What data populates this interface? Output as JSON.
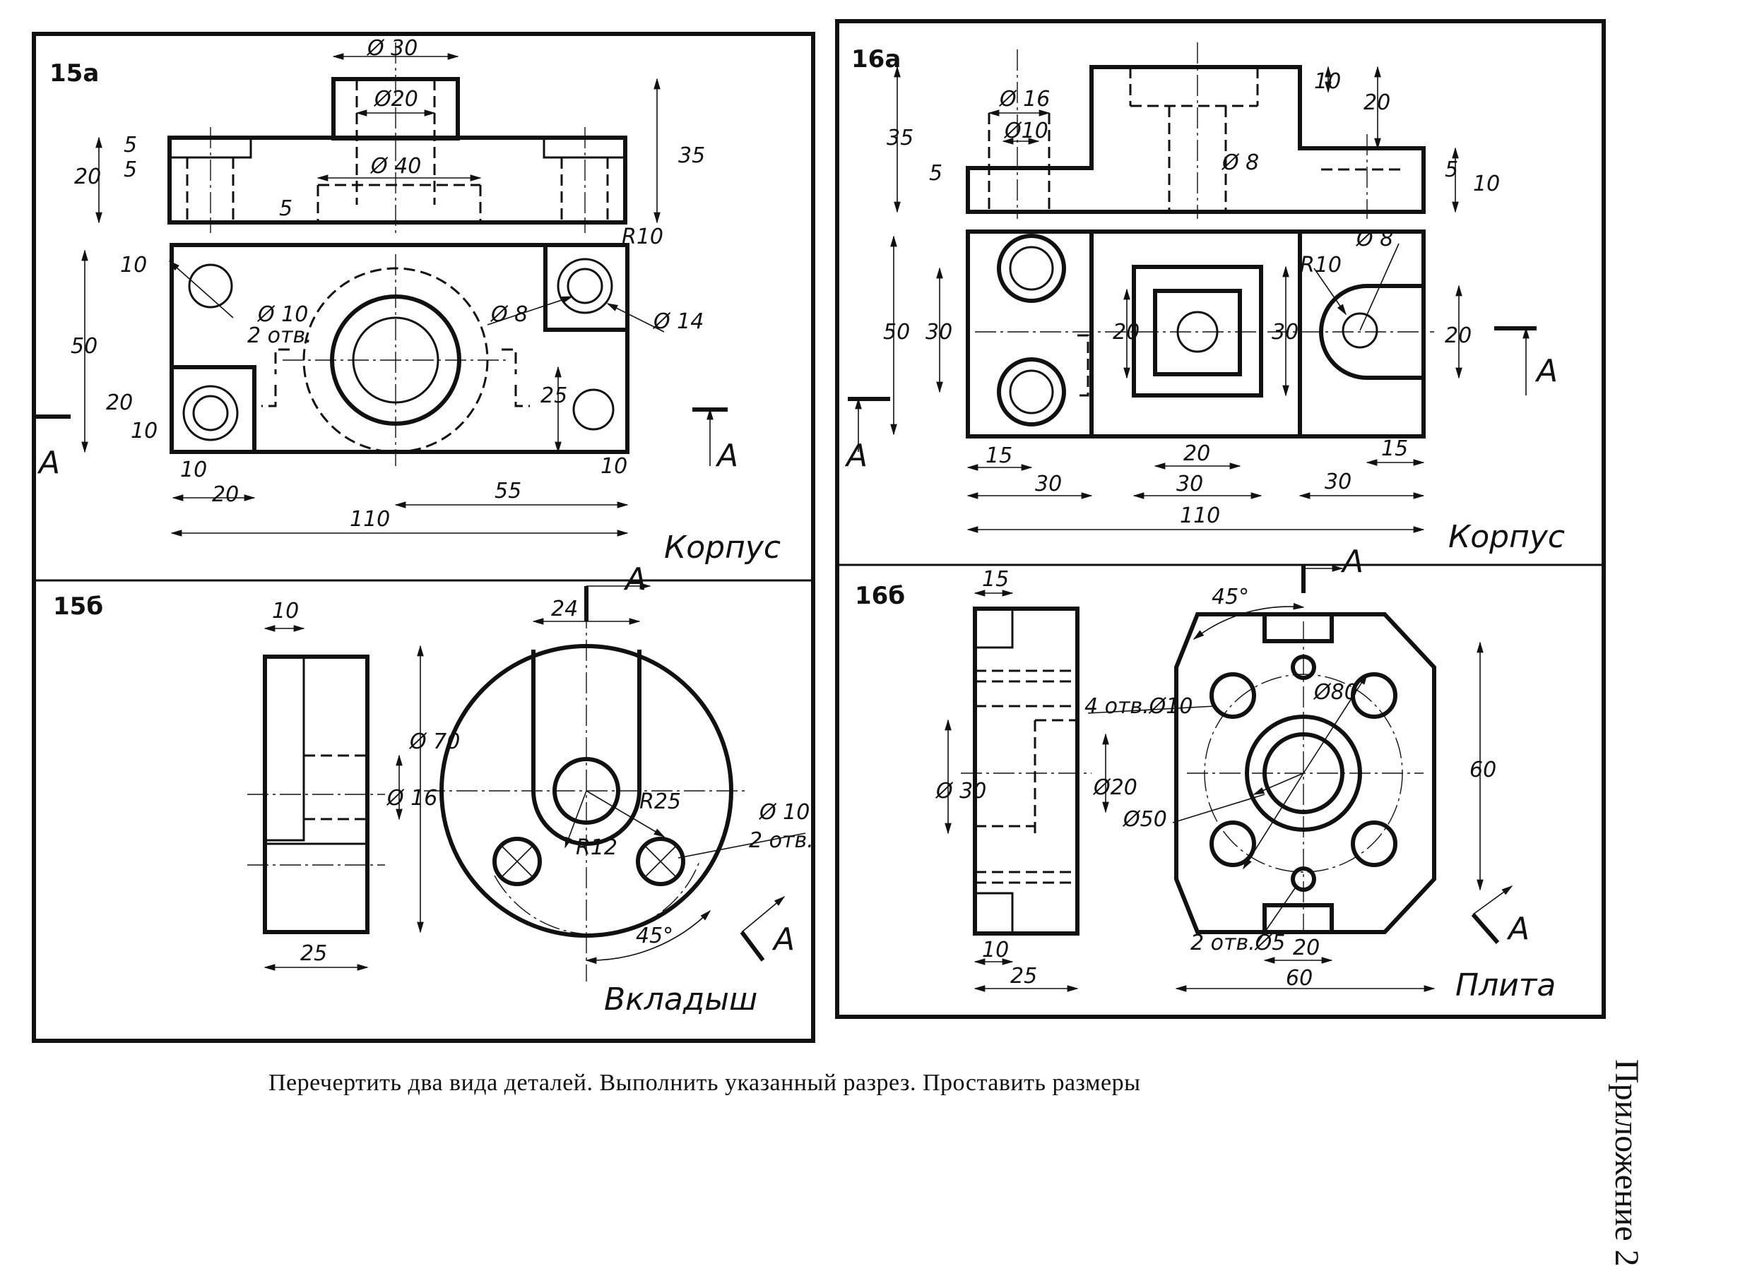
{
  "panels": {
    "p15a": {
      "label": "15а",
      "name": "Корпус",
      "dims": {
        "d30": "Ø 30",
        "d20": "Ø20",
        "d40": "Ø 40",
        "h5a": "5",
        "h5b": "5",
        "h20": "20",
        "h35": "35",
        "h5c": "5",
        "r10": "R10",
        "d10": "Ø 10",
        "holes": "2 отв.",
        "d8": "Ø 8",
        "d14": "Ø 14",
        "v10": "10",
        "v50": "50",
        "v20": "20",
        "v10b": "10",
        "v25": "25",
        "b10": "10",
        "b20": "20",
        "b55": "55",
        "b110": "110",
        "b10r": "10"
      },
      "section": "А"
    },
    "p16a": {
      "label": "16а",
      "name": "Корпус",
      "dims": {
        "d16": "Ø 16",
        "d10": "Ø10",
        "d8": "Ø 8",
        "d8b": "Ø 8",
        "h35": "35",
        "h5": "5",
        "h10": "10",
        "h20": "20",
        "h5r": "5",
        "h10r": "10",
        "r10": "R10",
        "v50": "50",
        "v30": "30",
        "v20": "20",
        "v30b": "30",
        "v20r": "20",
        "b15": "15",
        "b30": "30",
        "b20": "20",
        "b30b": "30",
        "b15r": "15",
        "b30r": "30",
        "b110": "110"
      },
      "section": "А"
    },
    "p15b": {
      "label": "15б",
      "name": "Вкладыш",
      "dims": {
        "t10": "10",
        "d70": "Ø 70",
        "d16": "Ø 16",
        "b25": "25",
        "t24": "24",
        "r25": "R25",
        "r12": "R12",
        "d10": "Ø 10",
        "holes": "2 отв.",
        "a45": "45°"
      },
      "section": "А"
    },
    "p16b": {
      "label": "16б",
      "name": "Плита",
      "dims": {
        "t15": "15",
        "d30": "Ø 30",
        "d20": "Ø20",
        "holes4": "4 отв.Ø10",
        "d50": "Ø50",
        "d80": "Ø80",
        "a45": "45°",
        "v60": "60",
        "holes2": "2 отв.Ø5",
        "b20": "20",
        "b60": "60",
        "b10": "10",
        "b25": "25"
      },
      "section": "А"
    }
  },
  "caption": "Перечертить два вида деталей. Выполнить указанный разрез. Проставить размеры",
  "side_label": "Приложение 2"
}
